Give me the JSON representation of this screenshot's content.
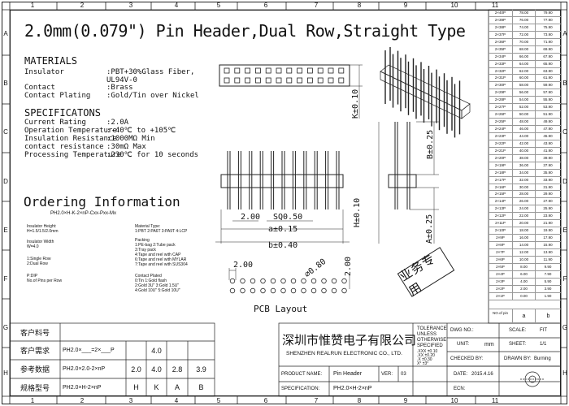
{
  "title": "2.0mm(0.079\") Pin Header,Dual Row,Straight Type",
  "ruler": {
    "top": [
      "1",
      "2",
      "3",
      "4",
      "5",
      "6",
      "7",
      "8",
      "9",
      "10",
      "11"
    ],
    "bottom": [
      "1",
      "2",
      "3",
      "4",
      "5",
      "6",
      "7",
      "8",
      "9",
      "10",
      "11"
    ],
    "left": [
      "A",
      "B",
      "C",
      "D",
      "E",
      "F",
      "G",
      "H"
    ],
    "right": [
      "A",
      "B",
      "C",
      "D",
      "E",
      "F",
      "G",
      "H"
    ]
  },
  "materials": {
    "heading": "MATERIALS",
    "rows": [
      {
        "label": "Insulator",
        "value": ":PBT+30%Glass Fiber,"
      },
      {
        "label": "",
        "value": " UL94V-0"
      },
      {
        "label": "Contact",
        "value": ":Brass"
      },
      {
        "label": "Contact Plating",
        "value": ":Gold/Tin over Nickel"
      }
    ]
  },
  "specifications": {
    "heading": "SPECIFICATONS",
    "rows": [
      {
        "label": "Current Rating",
        "value": ":2.0A"
      },
      {
        "label": "Operation Temperature",
        "value": ":-40℃ to +105℃"
      },
      {
        "label": "Insulation Resistance",
        "value": ":1000MΩ Min"
      },
      {
        "label": "contact resistance",
        "value": ":30mΩ Max"
      },
      {
        "label": "Processing Temperature",
        "value": ":230℃ for 10 seconds"
      }
    ]
  },
  "ordering": {
    "heading": "Ordering Information",
    "code": "PH2.0×H-K-2×nP-Cxx-Pxx-Mx",
    "left_notes": [
      "Insulator Height:",
      "H=1.5/1.5/2.0mm",
      "Insulator Width",
      "W=4.0",
      "1:Single Row",
      "2:Dual Row",
      "P:DIP",
      "No.of Pins per Row"
    ],
    "right_notes": [
      "Material Type:",
      "1:PBT 2:PA6T 3:PA9T 4:LCP",
      "Packing",
      "1:PE-bag      2:Tube pack",
      "3:Tray pack",
      "4:Tape and reel with CAP",
      "6:Tape and reel with MYLAR",
      "7:Tape and reel with SUS304",
      "Contact Plated",
      "0:Tin        1:Gold flash",
      "2:Gold 3U\"   3:Gold 1.5U\"",
      "4:Gold 10U\"  5:Gold 10U\""
    ]
  },
  "dims": {
    "k": "K±0.10",
    "b": "B±0.25",
    "h": "H±0.10",
    "a_side": "A±0.25",
    "pitch": "2.00",
    "sq": "SQ0.50",
    "a": "a±0.15",
    "bb": "b±0.40",
    "hole": "⌀0.80",
    "pcb_pitch_h": "2.00",
    "pcb_pitch_v": "2.00",
    "pcb_label": "PCB Layout"
  },
  "stamp": "业务专用",
  "part_table": {
    "header": [
      "",
      "a",
      "b"
    ],
    "header_label": "NO.of pin",
    "rows": [
      [
        "2×40P",
        "78.00",
        "79.90"
      ],
      [
        "2×39P",
        "76.00",
        "77.90"
      ],
      [
        "2×38P",
        "74.00",
        "75.90"
      ],
      [
        "2×37P",
        "72.00",
        "73.90"
      ],
      [
        "2×36P",
        "70.00",
        "71.90"
      ],
      [
        "2×35P",
        "68.00",
        "69.90"
      ],
      [
        "2×34P",
        "66.00",
        "67.90"
      ],
      [
        "2×33P",
        "64.00",
        "65.90"
      ],
      [
        "2×32P",
        "62.00",
        "63.90"
      ],
      [
        "2×31P",
        "60.00",
        "61.90"
      ],
      [
        "2×30P",
        "58.00",
        "59.90"
      ],
      [
        "2×29P",
        "56.00",
        "57.90"
      ],
      [
        "2×28P",
        "54.00",
        "55.90"
      ],
      [
        "2×27P",
        "52.00",
        "53.90"
      ],
      [
        "2×26P",
        "50.00",
        "51.90"
      ],
      [
        "2×25P",
        "48.00",
        "49.90"
      ],
      [
        "2×24P",
        "46.00",
        "47.90"
      ],
      [
        "2×23P",
        "44.00",
        "45.90"
      ],
      [
        "2×22P",
        "42.00",
        "43.90"
      ],
      [
        "2×21P",
        "40.00",
        "41.90"
      ],
      [
        "2×20P",
        "38.00",
        "39.90"
      ],
      [
        "2×19P",
        "36.00",
        "37.90"
      ],
      [
        "2×18P",
        "34.00",
        "35.90"
      ],
      [
        "2×17P",
        "32.00",
        "33.90"
      ],
      [
        "2×16P",
        "30.00",
        "31.90"
      ],
      [
        "2×15P",
        "28.00",
        "29.90"
      ],
      [
        "2×14P",
        "26.00",
        "27.90"
      ],
      [
        "2×13P",
        "24.00",
        "25.90"
      ],
      [
        "2×12P",
        "22.00",
        "23.90"
      ],
      [
        "2×11P",
        "20.00",
        "21.90"
      ],
      [
        "2×10P",
        "18.00",
        "19.90"
      ],
      [
        "2×9P",
        "16.00",
        "17.90"
      ],
      [
        "2×8P",
        "14.00",
        "15.90"
      ],
      [
        "2×7P",
        "12.00",
        "13.90"
      ],
      [
        "2×6P",
        "10.00",
        "11.90"
      ],
      [
        "2×5P",
        "8.00",
        "9.90"
      ],
      [
        "2×4P",
        "6.00",
        "7.90"
      ],
      [
        "2×3P",
        "4.00",
        "5.90"
      ],
      [
        "2×2P",
        "2.00",
        "3.90"
      ],
      [
        "2×1P",
        "0.00",
        "1.90"
      ]
    ]
  },
  "customer_table": {
    "rows": [
      {
        "label": "客户料号",
        "cells": [
          "",
          "",
          "",
          "",
          "",
          ""
        ]
      },
      {
        "label": "客户需求",
        "cells": [
          "PH2.0×___=2×___P",
          "4.0",
          "",
          "",
          ""
        ]
      },
      {
        "label": "参考数据",
        "cells": [
          "PH2.0×2.0-2×nP",
          "2.0",
          "4.0",
          "2.8",
          "3.9"
        ]
      },
      {
        "label": "规格型号",
        "cells": [
          "PH2.0×H-2×nP",
          "H",
          "K",
          "A",
          "B"
        ]
      }
    ]
  },
  "title_block": {
    "company_cn": "深圳市惟赞电子有限公司",
    "company_en": "SHENZHEN REALRUN ELECTRONIC CO., LTD.",
    "tolerance_lines": [
      "TOLERANCE",
      "UNLESS",
      "OTHERWISE",
      "SPECIFIED"
    ],
    "tol_values": [
      ".XXX  ±0.10",
      ".XX   ±0.20",
      ".X    ±0.30",
      "X°    ±3°"
    ],
    "dwg_no_label": "DWG NO.:",
    "scale_label": "SCALE:",
    "scale_value": "FIT",
    "unit_label": "UNIT:",
    "unit_value": "mm",
    "sheet_label": "SHEET:",
    "sheet_value": "1/1",
    "checked_label": "CHECKED BY:",
    "drawn_label": "DRAWN BY:",
    "drawn_value": "Burning",
    "product_label": "PRODUCT NAME:",
    "product_value": "Pin Header",
    "ver_label": "VER:",
    "ver_value": "03",
    "date_label": "DATE:",
    "date_value": "2015.4.16",
    "spec_label": "SPECIFICATION:",
    "spec_value": "PH2.0×H-2×nP",
    "ecn_label": "ECN:",
    "ecn_value": ""
  }
}
